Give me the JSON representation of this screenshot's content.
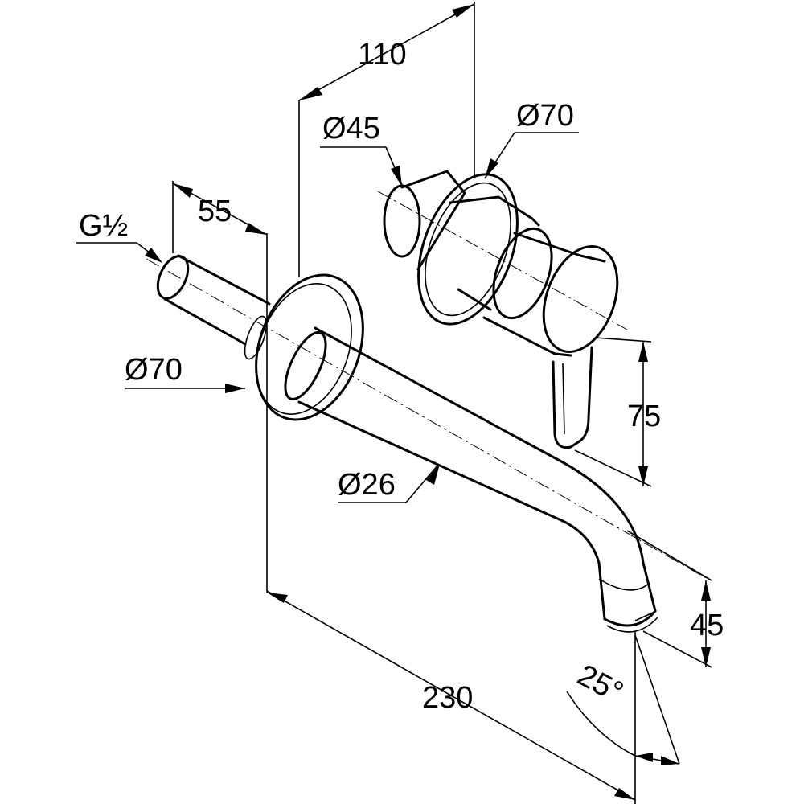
{
  "dimensions": {
    "depth_valve": "110",
    "depth_pipe": "55",
    "thread": "G½",
    "rosette_valve_dia": "Ø70",
    "rosette_spout_dia": "Ø70",
    "handle_dia": "Ø45",
    "spout_dia": "Ø26",
    "lever_length": "75",
    "outlet_height": "45",
    "projection": "230",
    "angle": "25°"
  }
}
